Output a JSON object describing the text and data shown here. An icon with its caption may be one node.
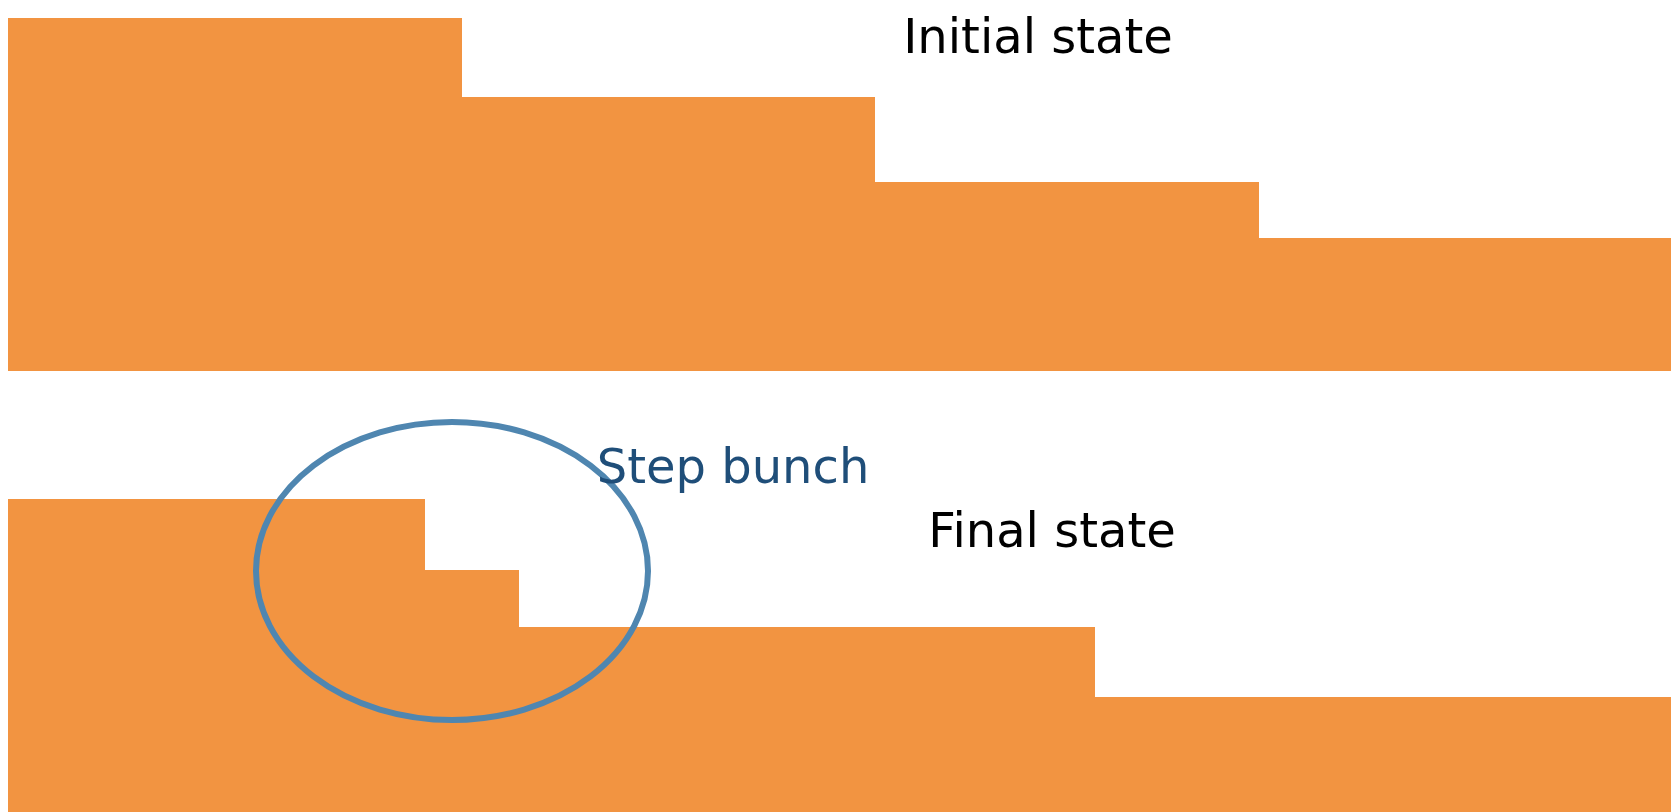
{
  "diagram": {
    "labels": [
      "Initial state",
      "Step bunch",
      "Final state"
    ]
  }
}
